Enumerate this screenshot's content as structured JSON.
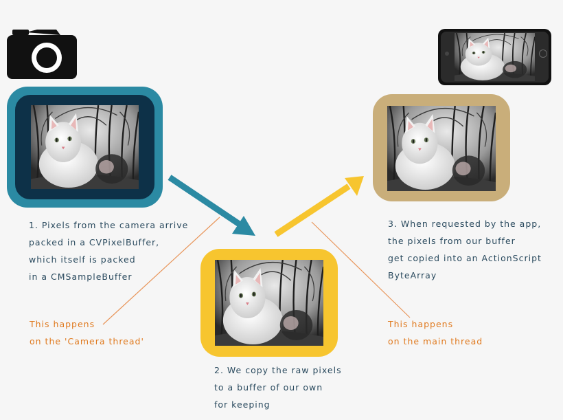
{
  "steps": {
    "camera": {
      "lines": [
        "1. Pixels from the camera arrive",
        "packed in a CVPixelBuffer,",
        "which itself is packed",
        "in a CMSampleBuffer"
      ],
      "note": [
        "This happens",
        "on the 'Camera thread'"
      ]
    },
    "copy": {
      "lines": [
        "2. We copy the raw pixels",
        "to a buffer of our own",
        "for keeping"
      ]
    },
    "app": {
      "lines": [
        "3. When requested by the app,",
        "the pixels from our buffer",
        "get copied into an ActionScript",
        "ByteArray"
      ],
      "note": [
        "This happens",
        "on the main thread"
      ]
    }
  },
  "colors": {
    "camera_frame_outer": "#2b8aa3",
    "camera_frame_inner": "#0d3148",
    "buffer_frame": "#f7c52f",
    "app_frame": "#c9ae7a",
    "arrow_blue": "#2b8aa3",
    "arrow_yellow": "#f7c52f",
    "caption_text": "#2a4a5e",
    "note_text": "#e07a1f",
    "pointer_line": "#e8955a"
  },
  "icons": {
    "camera": "camera-icon",
    "phone": "phone-icon"
  }
}
